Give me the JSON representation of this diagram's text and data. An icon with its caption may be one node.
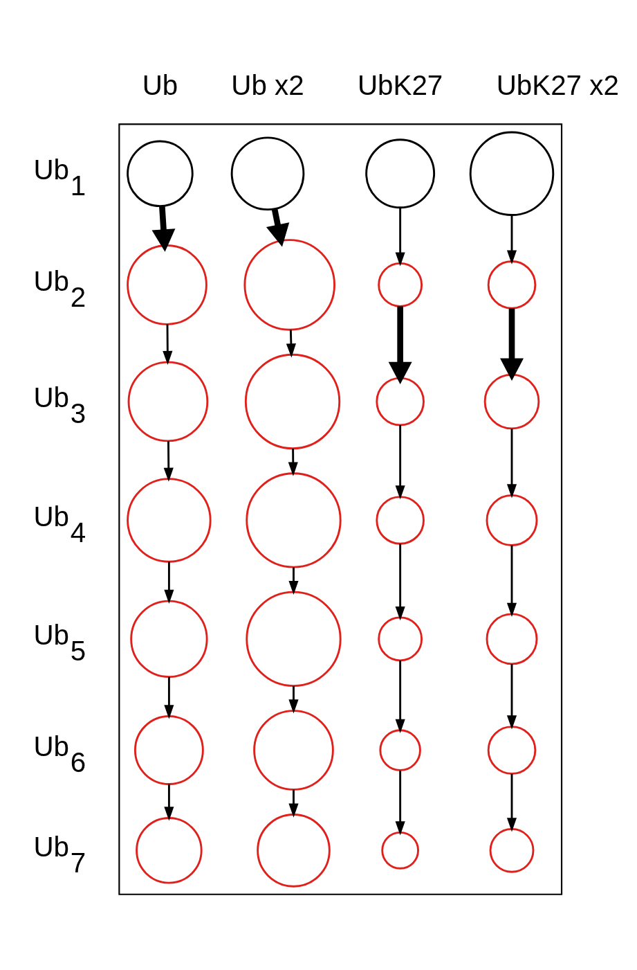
{
  "diagram": {
    "nodes": [
      {
        "text": [],
        "shape": "box"
      },
      {
        "text": [],
        "shape": "circle",
        "in": 0
      },
      {
        "text": [],
        "shape": "circle",
        "in": 0
      },
      {
        "text": [],
        "shape": "circle",
        "in": 0
      },
      {
        "text": [],
        "shape": "circle",
        "in": 0
      },
      {
        "text": [],
        "shape": "circle",
        "in": 0
      },
      {
        "text": [],
        "shape": "circle",
        "in": 0
      },
      {
        "text": [],
        "shape": "circle",
        "in": 0
      },
      {
        "text": [],
        "shape": "circle",
        "in": 0
      },
      {
        "text": [],
        "shape": "circle",
        "in": 0
      },
      {
        "text": [],
        "shape": "circle",
        "in": 0
      },
      {
        "text": [],
        "shape": "circle",
        "in": 0
      },
      {
        "text": [],
        "shape": "circle",
        "in": 0
      },
      {
        "text": [],
        "shape": "circle",
        "in": 0
      },
      {
        "text": [],
        "shape": "circle",
        "in": 0
      },
      {
        "text": [],
        "shape": "circle",
        "in": 0
      },
      {
        "text": [],
        "shape": "circle",
        "in": 0
      },
      {
        "text": [],
        "shape": "circle",
        "in": 0
      },
      {
        "text": [],
        "shape": "circle",
        "in": 0
      },
      {
        "text": [],
        "shape": "circle",
        "in": 0
      },
      {
        "text": [],
        "shape": "circle",
        "in": 0
      },
      {
        "text": [],
        "shape": "circle",
        "in": 0
      },
      {
        "text": [],
        "shape": "circle",
        "in": 0
      },
      {
        "text": [],
        "shape": "circle",
        "in": 0
      },
      {
        "text": [],
        "shape": "circle",
        "in": 0
      },
      {
        "text": [],
        "shape": "circle",
        "in": 0
      },
      {
        "text": [],
        "shape": "circle",
        "in": 0
      },
      {
        "text": [],
        "shape": "circle",
        "in": 0
      },
      {
        "text": [],
        "shape": "circle",
        "in": 0
      }
    ],
    "edges": [
      {
        "from": 1,
        "to": 5,
        "arrow": "to",
        "style": "thick"
      },
      {
        "from": 2,
        "to": 6,
        "arrow": "to",
        "style": "thick"
      },
      {
        "from": 3,
        "to": 7,
        "arrow": "to"
      },
      {
        "from": 4,
        "to": 8,
        "arrow": "to"
      },
      {
        "from": 5,
        "to": 9,
        "arrow": "to"
      },
      {
        "from": 6,
        "to": 10,
        "arrow": "to"
      },
      {
        "from": 7,
        "to": 11,
        "arrow": "to",
        "style": "thick"
      },
      {
        "from": 8,
        "to": 12,
        "arrow": "to",
        "style": "thick"
      },
      {
        "from": 9,
        "to": 13,
        "arrow": "to"
      },
      {
        "from": 10,
        "to": 14,
        "arrow": "to"
      },
      {
        "from": 11,
        "to": 15,
        "arrow": "to"
      },
      {
        "from": 12,
        "to": 16,
        "arrow": "to"
      },
      {
        "from": 13,
        "to": 17,
        "arrow": "to"
      },
      {
        "from": 14,
        "to": 18,
        "arrow": "to"
      },
      {
        "from": 15,
        "to": 19,
        "arrow": "to"
      },
      {
        "from": 16,
        "to": 20,
        "arrow": "to"
      },
      {
        "from": 17,
        "to": 21,
        "arrow": "to"
      },
      {
        "from": 18,
        "to": 22,
        "arrow": "to"
      },
      {
        "from": 19,
        "to": 23,
        "arrow": "to"
      },
      {
        "from": 20,
        "to": 24,
        "arrow": "to"
      },
      {
        "from": 21,
        "to": 25,
        "arrow": "to"
      },
      {
        "from": 22,
        "to": 26,
        "arrow": "to"
      },
      {
        "from": 23,
        "to": 27,
        "arrow": "to"
      },
      {
        "from": 24,
        "to": 28,
        "arrow": "to"
      }
    ],
    "labels": [
      "Ub",
      "Ub x2",
      "UbK27",
      "UbK27 x2",
      "Ub$_{1}$",
      "Ub$_{2}$",
      "Ub$_{3}$",
      "Ub$_{4}$",
      "Ub$_{5}$",
      "Ub$_{6}$",
      "Ub$_{7}$"
    ]
  }
}
